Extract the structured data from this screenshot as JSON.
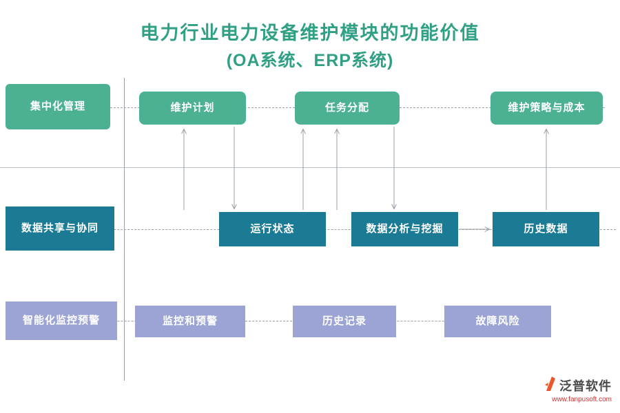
{
  "title": {
    "line1": "电力行业电力设备维护模块的功能价值",
    "line2": "(OA系统、ERP系统)"
  },
  "colors": {
    "title_teal": "#2fa084",
    "row1_green": "#4cb092",
    "row2_teal": "#1b7b94",
    "row3_purple": "#9ba4d4",
    "line_gray": "#9aa0a6",
    "watermark_red": "#cc3333",
    "logo_orange": "#e8582a"
  },
  "rows": [
    {
      "category": "集中化管理",
      "items": [
        "维护计划",
        "任务分配",
        "维护策略与成本"
      ]
    },
    {
      "category": "数据共享与协同",
      "items": [
        "运行状态",
        "数据分析与挖掘",
        "历史数据"
      ]
    },
    {
      "category": "智能化监控预警",
      "items": [
        "监控和预警",
        "历史记录",
        "故障风险"
      ]
    }
  ],
  "watermark": {
    "brand": "泛普软件",
    "url": "www.fanpusoft.com"
  }
}
